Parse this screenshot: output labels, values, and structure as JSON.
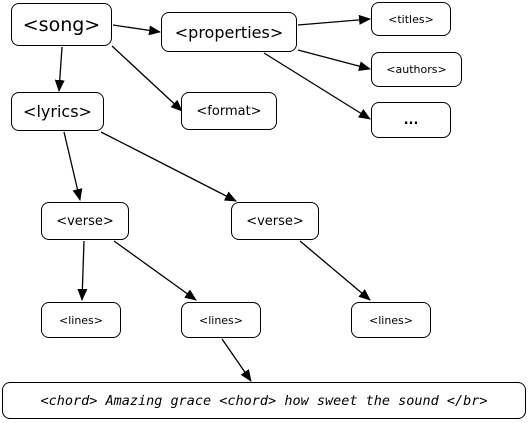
{
  "nodes": {
    "song": "<song>",
    "properties": "<properties>",
    "titles": "<titles>",
    "authors": "<authors>",
    "more": "...",
    "lyrics": "<lyrics>",
    "format": "<format>",
    "verse_1": "<verse>",
    "verse_2": "<verse>",
    "lines_1": "<lines>",
    "lines_2": "<lines>",
    "lines_3": "<lines>",
    "content": "<chord> Amazing grace <chord> how sweet the sound </br>"
  },
  "edges": [
    {
      "from": "song",
      "to": "properties"
    },
    {
      "from": "song",
      "to": "lyrics"
    },
    {
      "from": "song",
      "to": "format"
    },
    {
      "from": "properties",
      "to": "titles"
    },
    {
      "from": "properties",
      "to": "authors"
    },
    {
      "from": "properties",
      "to": "more"
    },
    {
      "from": "lyrics",
      "to": "verse_1"
    },
    {
      "from": "lyrics",
      "to": "verse_2"
    },
    {
      "from": "verse_1",
      "to": "lines_1"
    },
    {
      "from": "verse_1",
      "to": "lines_2"
    },
    {
      "from": "verse_2",
      "to": "lines_3"
    },
    {
      "from": "lines_2",
      "to": "content"
    }
  ]
}
